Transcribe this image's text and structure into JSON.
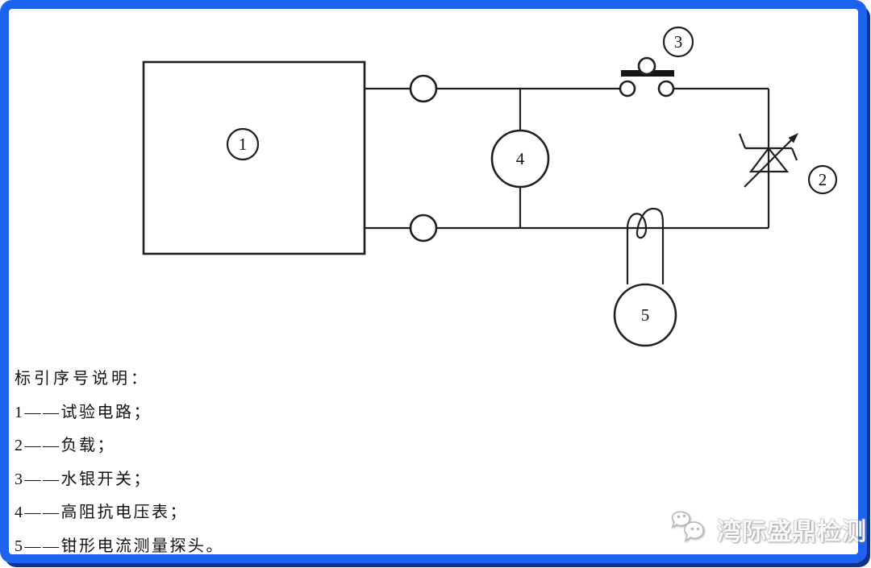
{
  "frame": {
    "border_color": "#1E63F0",
    "shadow_color": "#15308A",
    "background": "#ffffff"
  },
  "diagram": {
    "stroke_color": "#1f1f1f",
    "labels": {
      "test_circuit": "1",
      "load": "2",
      "mercury_switch": "3",
      "voltmeter": "4",
      "clamp_probe": "5"
    }
  },
  "legend": {
    "heading": "标引序号说明：",
    "items": [
      "1——试验电路；",
      "2——负载；",
      "3——水银开关；",
      "4——高阻抗电压表；",
      "5——钳形电流测量探头。"
    ]
  },
  "watermark": {
    "icon": "wechat-icon",
    "text": "湾际盛鼎检测"
  }
}
